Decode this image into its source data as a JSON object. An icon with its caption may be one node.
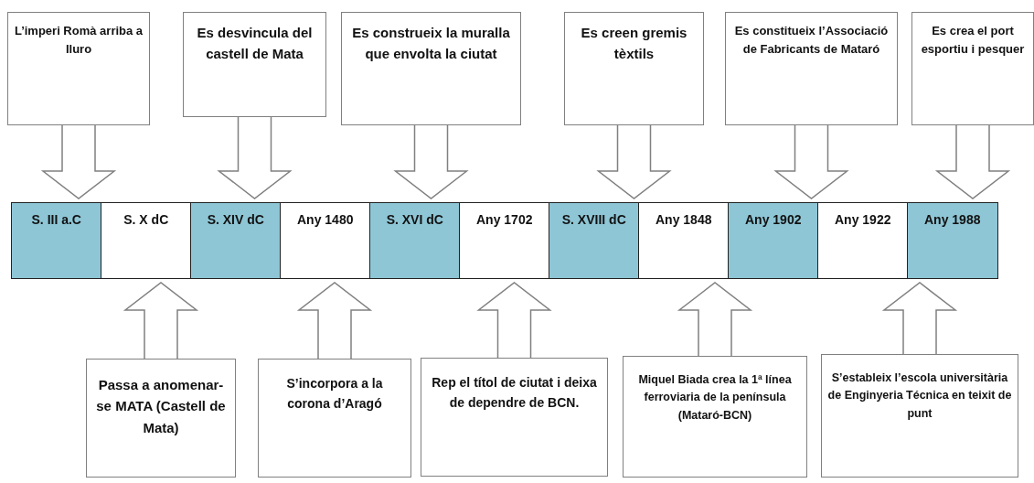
{
  "diagram": {
    "nodes": [
      {
        "text": [
          "L’imperi Romà arriba a Iluro"
        ]
      },
      {
        "text": [
          "Es desvincula del castell de Mata"
        ]
      },
      {
        "text": [
          "Es construeix la muralla que envolta la ciutat"
        ]
      },
      {
        "text": [
          "Es creen gremis tèxtils"
        ]
      },
      {
        "text": [
          "Es constitueix l’Associació de Fabricants de Mataró"
        ]
      },
      {
        "text": [
          "Es crea el port esportiu i pesquer"
        ]
      },
      {
        "text": [
          "S. III a.C"
        ]
      },
      {
        "text": [
          "S. X dC"
        ]
      },
      {
        "text": [
          "S. XIV dC"
        ]
      },
      {
        "text": [
          "Any 1480"
        ]
      },
      {
        "text": [
          "S. XVI dC"
        ]
      },
      {
        "text": [
          "Any 1702"
        ]
      },
      {
        "text": [
          "S. XVIII dC"
        ]
      },
      {
        "text": [
          "Any 1848"
        ]
      },
      {
        "text": [
          "Any 1902"
        ]
      },
      {
        "text": [
          "Any 1922"
        ]
      },
      {
        "text": [
          "Any 1988"
        ]
      },
      {
        "text": [
          "Passa a anomenar-se MATA (Castell de Mata)"
        ]
      },
      {
        "text": [
          "S’incorpora a la corona d’Aragó"
        ]
      },
      {
        "text": [
          "Rep el títol de ciutat i deixa de dependre de BCN."
        ]
      },
      {
        "text": [
          "Miquel Biada crea la 1ª línea ferroviaria de la península (Mataró-BCN)"
        ]
      },
      {
        "text": [
          "S’estableix l’escola universitària de Enginyeria Técnica en teixit de punt"
        ]
      }
    ],
    "edges": [
      {
        "from": 0,
        "to": 6,
        "arrow": "to"
      },
      {
        "from": 1,
        "to": 8,
        "arrow": "to"
      },
      {
        "from": 2,
        "to": 10,
        "arrow": "to"
      },
      {
        "from": 3,
        "to": 12,
        "arrow": "to"
      },
      {
        "from": 4,
        "to": 14,
        "arrow": "to"
      },
      {
        "from": 5,
        "to": 16,
        "arrow": "to"
      },
      {
        "from": 17,
        "to": 7,
        "arrow": "to"
      },
      {
        "from": 18,
        "to": 9,
        "arrow": "to"
      },
      {
        "from": 19,
        "to": 11,
        "arrow": "to"
      },
      {
        "from": 20,
        "to": 13,
        "arrow": "to"
      },
      {
        "from": 21,
        "to": 15,
        "arrow": "to"
      }
    ]
  }
}
